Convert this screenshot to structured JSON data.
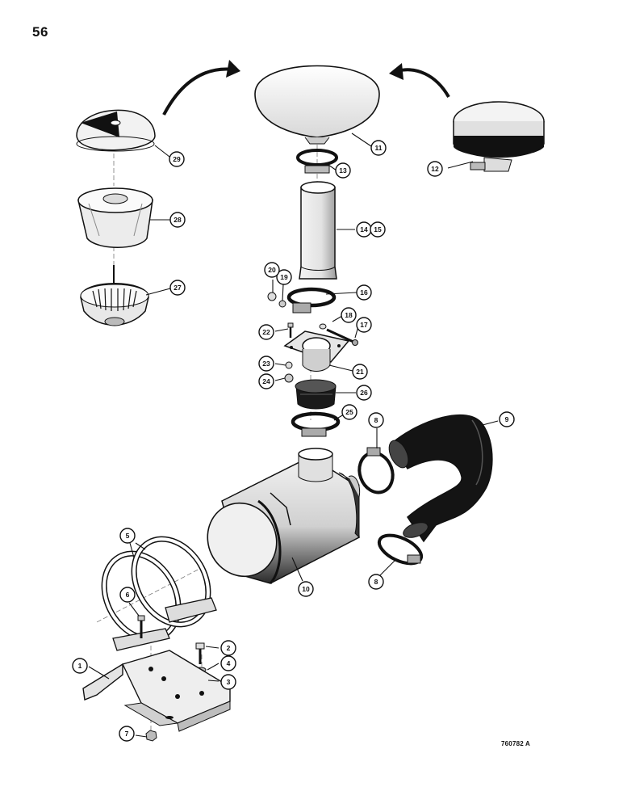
{
  "page": {
    "number": "56",
    "figure_code": "760782 A"
  },
  "callouts": [
    {
      "id": "c1",
      "label": "1"
    },
    {
      "id": "c2",
      "label": "2"
    },
    {
      "id": "c3",
      "label": "3"
    },
    {
      "id": "c4",
      "label": "4"
    },
    {
      "id": "c5",
      "label": "5"
    },
    {
      "id": "c6",
      "label": "6"
    },
    {
      "id": "c7",
      "label": "7"
    },
    {
      "id": "c8a",
      "label": "8"
    },
    {
      "id": "c8b",
      "label": "8"
    },
    {
      "id": "c9",
      "label": "9"
    },
    {
      "id": "c10",
      "label": "10"
    },
    {
      "id": "c11",
      "label": "11"
    },
    {
      "id": "c12",
      "label": "12"
    },
    {
      "id": "c13",
      "label": "13"
    },
    {
      "id": "c14",
      "label": "14"
    },
    {
      "id": "c15",
      "label": "15"
    },
    {
      "id": "c16",
      "label": "16"
    },
    {
      "id": "c17",
      "label": "17"
    },
    {
      "id": "c18",
      "label": "18"
    },
    {
      "id": "c19",
      "label": "19"
    },
    {
      "id": "c20",
      "label": "20"
    },
    {
      "id": "c21",
      "label": "21"
    },
    {
      "id": "c22",
      "label": "22"
    },
    {
      "id": "c23",
      "label": "23"
    },
    {
      "id": "c24",
      "label": "24"
    },
    {
      "id": "c25",
      "label": "25"
    },
    {
      "id": "c26",
      "label": "26"
    },
    {
      "id": "c27",
      "label": "27"
    },
    {
      "id": "c28",
      "label": "28"
    },
    {
      "id": "c29",
      "label": "29"
    }
  ]
}
